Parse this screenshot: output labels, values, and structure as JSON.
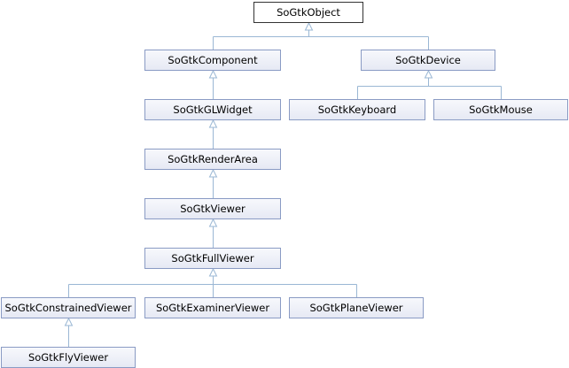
{
  "diagram": {
    "nodes": {
      "so_gtk_object": "SoGtkObject",
      "so_gtk_component": "SoGtkComponent",
      "so_gtk_device": "SoGtkDevice",
      "so_gtk_gl_widget": "SoGtkGLWidget",
      "so_gtk_keyboard": "SoGtkKeyboard",
      "so_gtk_mouse": "SoGtkMouse",
      "so_gtk_render_area": "SoGtkRenderArea",
      "so_gtk_viewer": "SoGtkViewer",
      "so_gtk_full_viewer": "SoGtkFullViewer",
      "so_gtk_constrained_viewer": "SoGtkConstrainedViewer",
      "so_gtk_examiner_viewer": "SoGtkExaminerViewer",
      "so_gtk_plane_viewer": "SoGtkPlaneViewer",
      "so_gtk_fly_viewer": "SoGtkFlyViewer"
    },
    "edges": [
      {
        "from": "so_gtk_component",
        "to": "so_gtk_object"
      },
      {
        "from": "so_gtk_device",
        "to": "so_gtk_object"
      },
      {
        "from": "so_gtk_gl_widget",
        "to": "so_gtk_component"
      },
      {
        "from": "so_gtk_keyboard",
        "to": "so_gtk_device"
      },
      {
        "from": "so_gtk_mouse",
        "to": "so_gtk_device"
      },
      {
        "from": "so_gtk_render_area",
        "to": "so_gtk_gl_widget"
      },
      {
        "from": "so_gtk_viewer",
        "to": "so_gtk_render_area"
      },
      {
        "from": "so_gtk_full_viewer",
        "to": "so_gtk_viewer"
      },
      {
        "from": "so_gtk_constrained_viewer",
        "to": "so_gtk_full_viewer"
      },
      {
        "from": "so_gtk_examiner_viewer",
        "to": "so_gtk_full_viewer"
      },
      {
        "from": "so_gtk_plane_viewer",
        "to": "so_gtk_full_viewer"
      },
      {
        "from": "so_gtk_fly_viewer",
        "to": "so_gtk_constrained_viewer"
      }
    ],
    "colors": {
      "edge": "#9ab7d4",
      "node_border": "#8a9bc4",
      "root_border": "#333333"
    }
  }
}
